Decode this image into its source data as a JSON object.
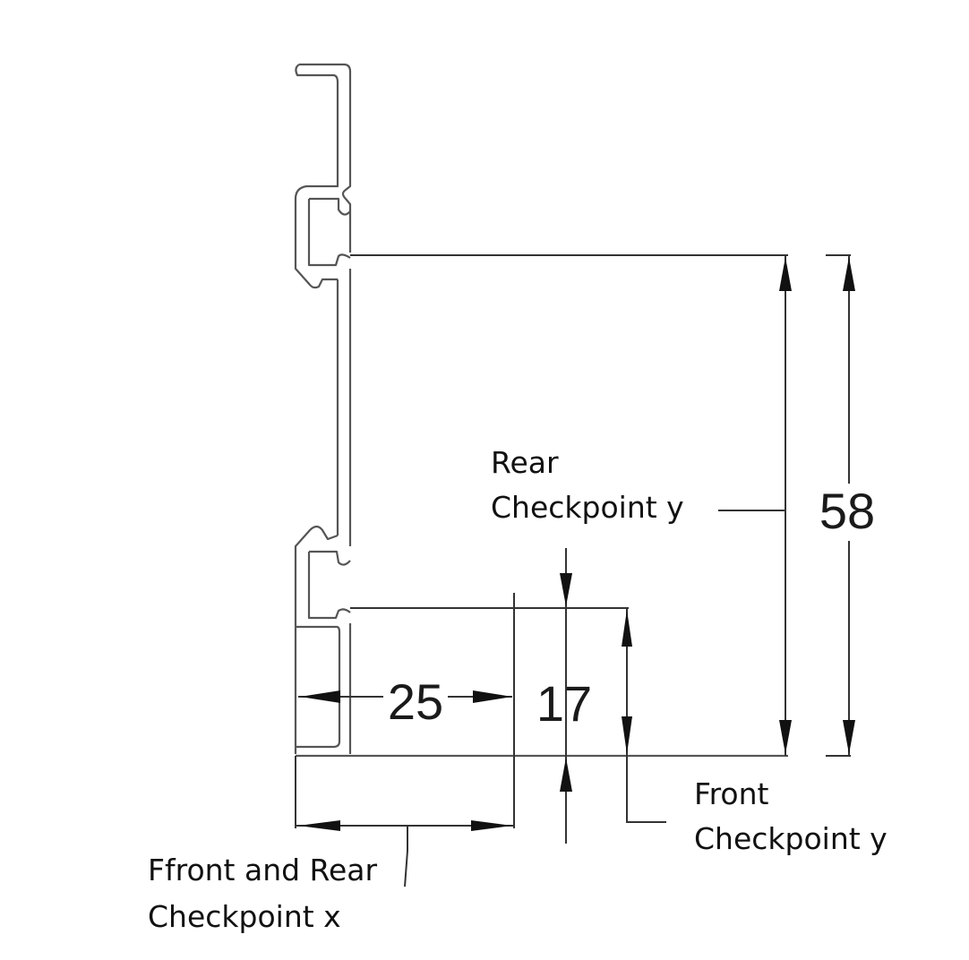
{
  "diagram": {
    "title": "Profile dimension drawing",
    "dimensions": {
      "total_height": "58",
      "front_height": "17",
      "width": "25"
    },
    "labels": {
      "rear_y_line1": "Rear",
      "rear_y_line2": "Checkpoint y",
      "front_y_line1": "Front",
      "front_y_line2": "Checkpoint y",
      "x_line1": "Ffront and Rear",
      "x_line2": "Checkpoint x"
    }
  }
}
